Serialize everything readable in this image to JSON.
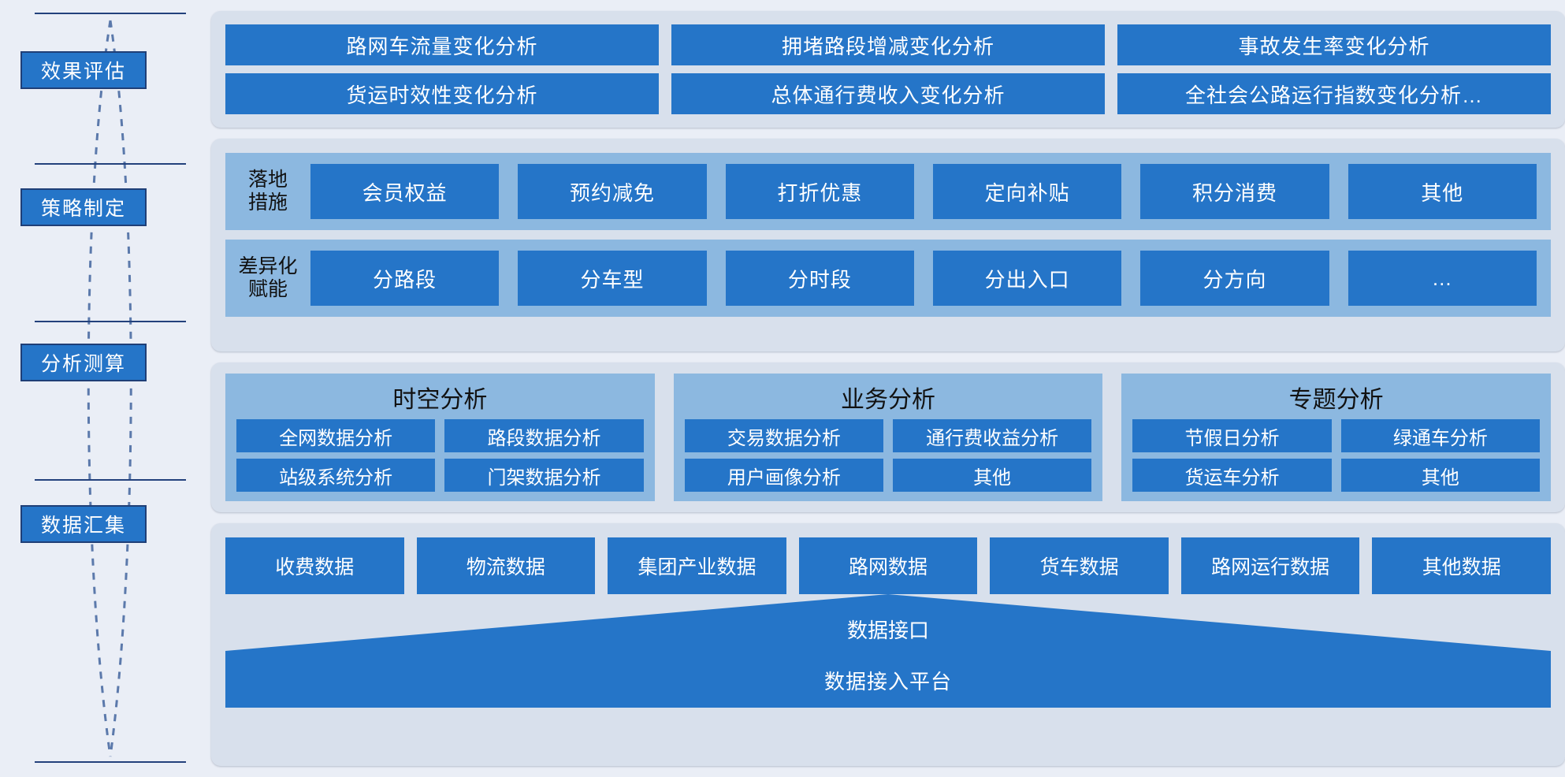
{
  "colors": {
    "page_background": "#eaeef6",
    "panel_background": "#d8e0ec",
    "group_background": "#8cb8e0",
    "accent_blue": "#2575c8",
    "dark_blue": "#1f3f77"
  },
  "rail": {
    "stages": [
      {
        "label": "效果评估"
      },
      {
        "label": "策略制定"
      },
      {
        "label": "分析测算"
      },
      {
        "label": "数据汇集"
      }
    ],
    "arrows": [
      {
        "name": "up-arrow",
        "direction": "up"
      },
      {
        "name": "down-arrow",
        "direction": "down"
      }
    ]
  },
  "evaluation": {
    "items": [
      "路网车流量变化分析",
      "拥堵路段增减变化分析",
      "事故发生率变化分析",
      "货运时效性变化分析",
      "总体通行费收入变化分析",
      "全社会公路运行指数变化分析…"
    ]
  },
  "strategy": {
    "rows": [
      {
        "label": "落地\n措施",
        "items": [
          "会员权益",
          "预约减免",
          "打折优惠",
          "定向补贴",
          "积分消费",
          "其他"
        ]
      },
      {
        "label": "差异化\n赋能",
        "items": [
          "分路段",
          "分车型",
          "分时段",
          "分出入口",
          "分方向",
          "…"
        ]
      }
    ]
  },
  "analysis": {
    "groups": [
      {
        "title": "时空分析",
        "items": [
          "全网数据分析",
          "路段数据分析",
          "站级系统分析",
          "门架数据分析"
        ]
      },
      {
        "title": "业务分析",
        "items": [
          "交易数据分析",
          "通行费收益分析",
          "用户画像分析",
          "其他"
        ]
      },
      {
        "title": "专题分析",
        "items": [
          "节假日分析",
          "绿通车分析",
          "货运车分析",
          "其他"
        ]
      }
    ]
  },
  "data_collection": {
    "sources": [
      "收费数据",
      "物流数据",
      "集团产业数据",
      "路网数据",
      "货车数据",
      "路网运行数据",
      "其他数据"
    ],
    "interface_label": "数据接口",
    "platform_label": "数据接入平台"
  }
}
